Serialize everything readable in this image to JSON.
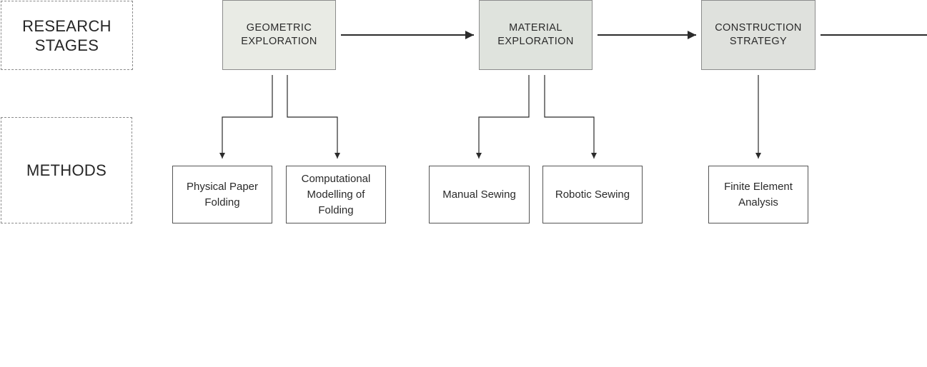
{
  "row_labels": {
    "stages": "RESEARCH\nSTAGES",
    "methods": "METHODS"
  },
  "stages": [
    {
      "label": "GEOMETRIC\nEXPLORATION",
      "fill": "#e9ebe5"
    },
    {
      "label": "MATERIAL\nEXPLORATION",
      "fill": "#dfe3dd"
    },
    {
      "label": "CONSTRUCTION\nSTRATEGY",
      "fill": "#dfe1dd"
    }
  ],
  "methods": [
    {
      "label": "Physical Paper\nFolding"
    },
    {
      "label": "Computational\nModelling of Folding"
    },
    {
      "label": "Manual Sewing"
    },
    {
      "label": "Robotic Sewing"
    },
    {
      "label": "Finite Element\nAnalysis"
    }
  ],
  "colors": {
    "line": "#2b2b2b",
    "dashed_border": "#8a8a8a"
  }
}
